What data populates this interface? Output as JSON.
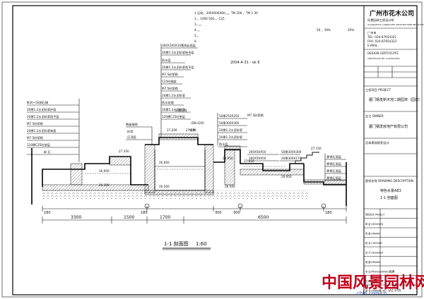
{
  "notes": {
    "line1": "1.石材，300X600X80，，。TM 200 ，TM 1 30",
    "line2": "2.，1000 500，，C25",
    "line3": "3.，，。",
    "line4": "4.，，",
    "line5": "5.。",
    "line6": "6.",
    "stamp": "2004-4-31 - ok 6",
    "extra1": "50 ，30%",
    "extra2": "20%"
  },
  "left_callouts": [
    "Φ30~50卵石铺",
    "20厚1:2水泥砂浆护面",
    "20厚1:2水泥砂浆找平层",
    "M7.5砂浆砌",
    "20厚1:2水泥砂浆抹面",
    "M7.5砂浆砌",
    "120厚C25砼垫层",
    "碎 石"
  ],
  "center_callouts": [
    "300X100X10黄岗岩面层",
    "20厚1:2水泥砂浆结合层",
    "防水层",
    "20厚1:2水泥砂浆找平层",
    "M7.5砂浆砌",
    "C25砼圈梁",
    "M7.5砂浆砌",
    "20厚1:2水泥砂浆",
    "防水处理",
    "20厚1:2水泥砂浆",
    "120厚C25砼垫层",
    "3 厚石材"
  ],
  "right_callouts": [
    "50厚250X250",
    "50厚300X300",
    "20厚1:2水泥砂浆",
    "20厚1:2水泥砂浆",
    "防水层",
    "M7.5砂浆砌",
    "200X50X50",
    "200X50X50",
    "50厚300X300",
    "20厚300X170"
  ],
  "small_callouts": [
    "陶板铺地",
    "砂浆",
    "压顶面",
    "(DB-429)",
    "铁件"
  ],
  "right_far_callouts": [
    "黄锈石面层",
    "黄锈石面层",
    "黄锈石面层",
    "黄锈石面层"
  ],
  "elevations": [
    "27.350",
    "27.200",
    "27.150",
    "26.850",
    "26.950",
    "26.300",
    "26.500",
    "26.950",
    "27.050",
    "26.950",
    "26.500",
    "27.150"
  ],
  "dim_top": [
    "180",
    "180",
    "300",
    "300",
    "180"
  ],
  "dim_bottom": [
    "3300",
    "1500",
    "1700",
    "6500"
  ],
  "section_title": "1-1 剖面图",
  "scale": "1:60",
  "title_block": {
    "company": "广州市花木公司",
    "company_sub": "风景园林工程设计所",
    "company_en": "GUANGZHOU LANDSCAPE ARCHITECTURE INSTITUTE",
    "address1": "广州市",
    "address2": "TEL: 020-87654321",
    "address3": "FAX: 020-87654322",
    "address4": "E-MAIL:",
    "cert_label": "DESIGN CERTIFICATE",
    "cert_text": "CERTIFICATE NO. A244010000",
    "seal_label": "",
    "project_label": "工程项目 PROJECT",
    "project_name": "厦门钢发新天地二期园林（园建）",
    "owner_label": "业主 OWNER",
    "owner_name": "厦门钢发房地产有限公司",
    "design_label": "总体景观规划设计",
    "drawing_label": "图纸名称 DRAWING DESCRIPTION",
    "drawing_name1": "特色水景A83",
    "drawing_name2": "1-1 剖面图",
    "rows": [
      {
        "label": "项目负责 PROJECT"
      },
      {
        "label": "审 定 DESIGNED"
      },
      {
        "label": "审 核 DRAWN"
      },
      {
        "label": "校 对 CHECKED"
      },
      {
        "label": "设 计 DESIGNED"
      },
      {
        "label": "制 图 DRAWN"
      },
      {
        "label": "专 业 PROFESSIONAL",
        "value": "园建"
      },
      {
        "label": "日 期 DATE",
        "value": ""
      },
      {
        "label": "图 号 DRAWING NO.",
        "value": "JA2-5 05"
      }
    ]
  },
  "watermark": {
    "text": "中国风景园林网",
    "url": "chla.com.cn"
  }
}
